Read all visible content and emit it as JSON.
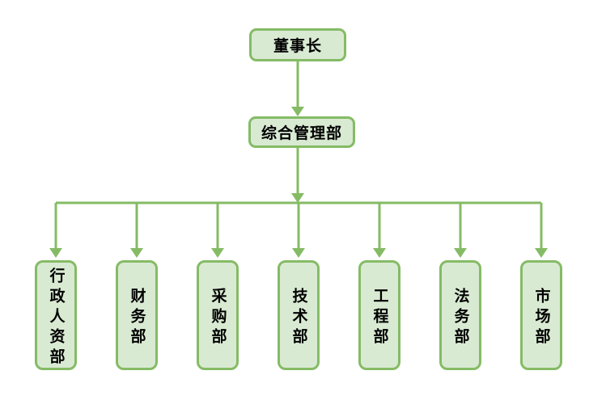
{
  "diagram": {
    "type": "org-chart",
    "root": {
      "label": "董事长"
    },
    "level2": {
      "label": "综合管理部"
    },
    "departments": [
      {
        "label": "行政人资部"
      },
      {
        "label": "财务部"
      },
      {
        "label": "采购部"
      },
      {
        "label": "技术部"
      },
      {
        "label": "工程部"
      },
      {
        "label": "法务部"
      },
      {
        "label": "市场部"
      }
    ],
    "edges": [
      {
        "from": "董事长",
        "to": "综合管理部"
      },
      {
        "from": "综合管理部",
        "to": "行政人资部"
      },
      {
        "from": "综合管理部",
        "to": "财务部"
      },
      {
        "from": "综合管理部",
        "to": "采购部"
      },
      {
        "from": "综合管理部",
        "to": "技术部"
      },
      {
        "from": "综合管理部",
        "to": "工程部"
      },
      {
        "from": "综合管理部",
        "to": "法务部"
      },
      {
        "from": "综合管理部",
        "to": "市场部"
      }
    ],
    "colors": {
      "node_fill": "#d9ead3",
      "node_border": "#85bb65",
      "connector": "#85bb65",
      "text": "#000000"
    }
  }
}
